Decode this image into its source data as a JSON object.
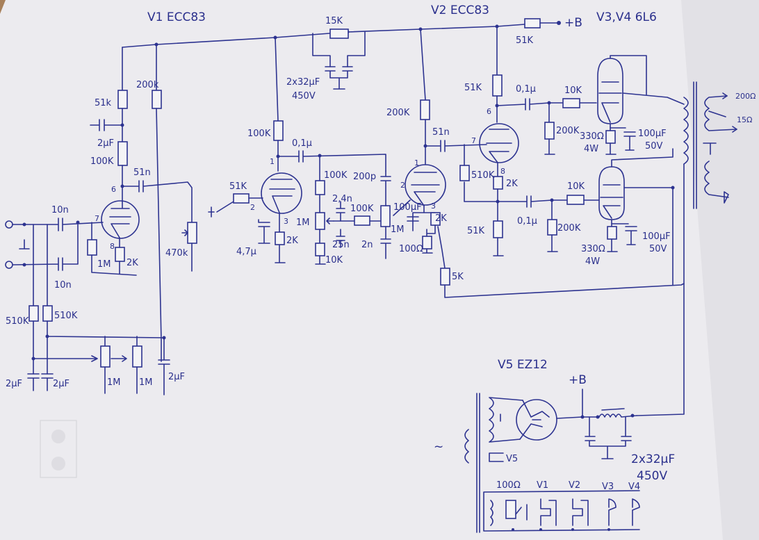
{
  "tube_labels": {
    "v1": "V1 ECC83",
    "v2": "V2 ECC83",
    "v34": "V3,V4 6L6",
    "v5": "V5 EZ12"
  },
  "supply": {
    "b_plus_top": "+B",
    "b_plus_bottom": "+B"
  },
  "components": {
    "r15k": "15K",
    "cap_top": "2x32µF",
    "cap_top_v": "450V",
    "r51k_top": "51K",
    "r51k_v1": "51k",
    "r200k_v1": "200k",
    "c2uf_v1": "2µF",
    "r100k_v1": "100K",
    "c51n_v1": "51n",
    "c10n_a": "10n",
    "c10n_b": "10n",
    "r1m_v1": "1M",
    "r2k_v1": "2K",
    "r510k_a": "510K",
    "r510k_b": "510K",
    "c2uf_a": "2µF",
    "c2uf_b": "2µF",
    "p1m_a": "1M",
    "p1m_b": "1M",
    "c2uf_c": "2µF",
    "p470k": "470k",
    "r51k_mid": "51K",
    "r100k_mid": "100K",
    "c01u_mid": "0,1µ",
    "c47u": "4,7µ",
    "r2k_mid": "2K",
    "r100k_tone": "100K",
    "c24n": "2,4n",
    "r100k_tone2": "100K",
    "p1m_tone": "1M",
    "c25n": "25n",
    "r10k_tone": "10K",
    "c200p": "200p",
    "p1m_tone2": "1M",
    "c2n": "2n",
    "r200k_v2": "200K",
    "c51n_v2": "51n",
    "c100u_v2": "100µF",
    "r2k_v2": "2K",
    "r100_v2": "100Ω",
    "r5k": "5K",
    "r51k_v2b": "51K",
    "c01u_a": "0,1µ",
    "r10k_a": "10K",
    "r200k_a": "200K",
    "r330_a": "330Ω",
    "r330_a_w": "4W",
    "c100u_a": "100µF",
    "c100u_a_v": "50V",
    "r510k_v2": "510K",
    "r2k_v2b": "2K",
    "r51k_v2c": "51K",
    "c01u_b": "0,1µ",
    "r10k_b": "10K",
    "r200k_b": "200K",
    "r330_b": "330Ω",
    "r330_b_w": "4W",
    "c100u_b": "100µF",
    "c100u_b_v": "50V",
    "out_200": "200Ω",
    "out_15": "15Ω",
    "cap_bottom": "2x32µF",
    "cap_bottom_v": "450V",
    "heater_100": "100Ω",
    "heater_v1": "V1",
    "heater_v2": "V2",
    "heater_v3": "V3",
    "heater_v4": "V4",
    "v5_heater": "V5",
    "mains_symbol": "~"
  },
  "pins": {
    "v1_6": "6",
    "v1_7": "7",
    "v1_8": "8",
    "vmid_1": "1",
    "vmid_2": "2",
    "vmid_3": "3",
    "v2_1": "1",
    "v2_2": "2",
    "v2_3": "3",
    "v2_6": "6",
    "v2_7": "7",
    "v2_8": "8"
  }
}
